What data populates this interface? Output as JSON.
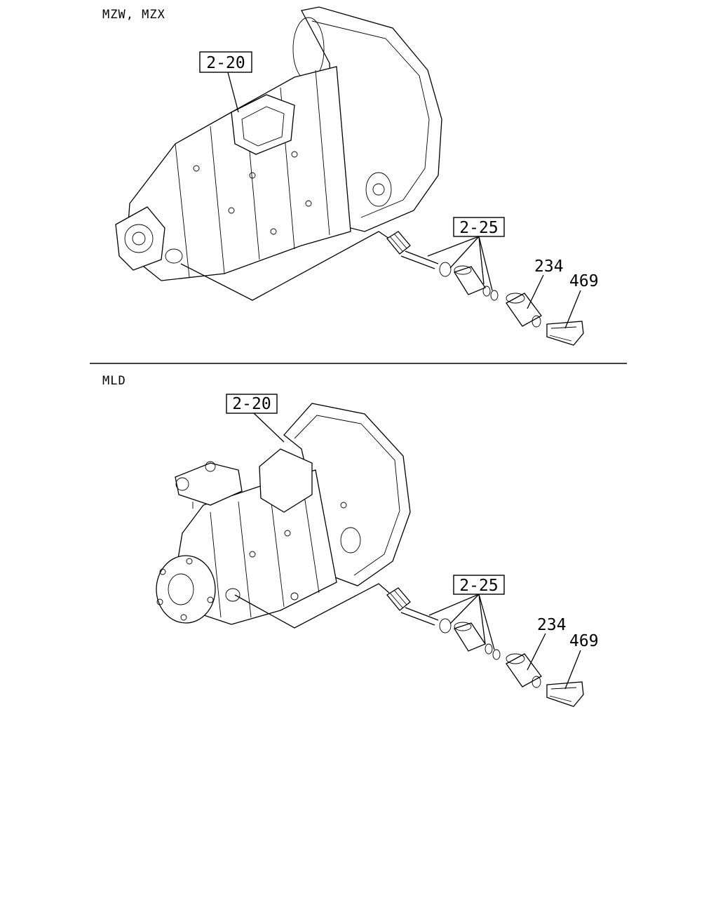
{
  "sections": [
    {
      "title": "MZW, MZX",
      "refs": [
        "2-20",
        "2-25"
      ],
      "parts": [
        "234",
        "469"
      ]
    },
    {
      "title": "MLD",
      "refs": [
        "2-20",
        "2-25"
      ],
      "parts": [
        "234",
        "469"
      ]
    }
  ]
}
